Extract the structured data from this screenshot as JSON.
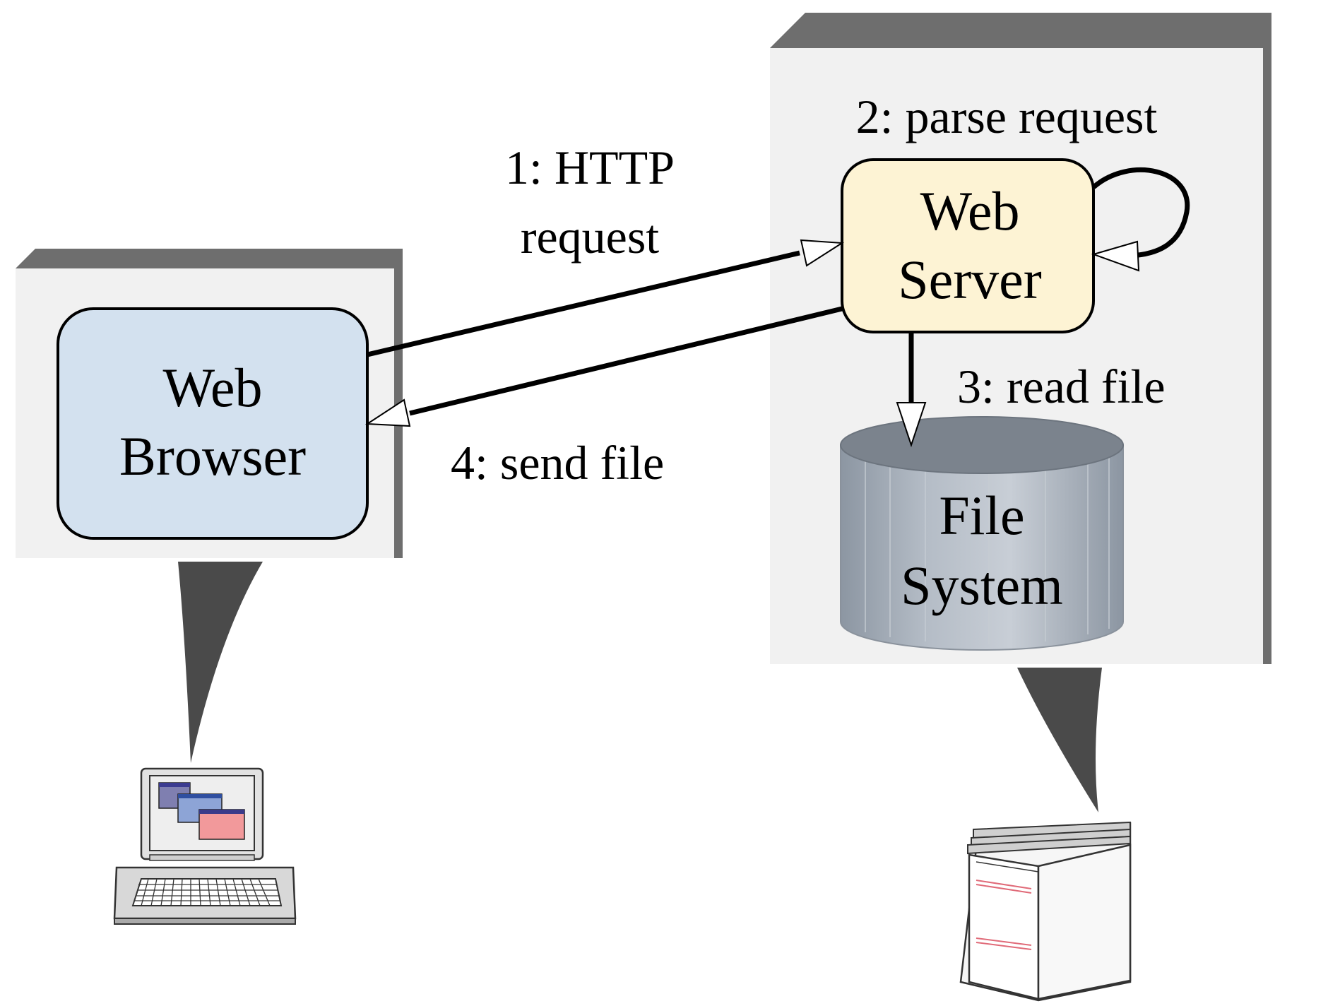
{
  "client": {
    "component_label_line1": "Web",
    "component_label_line2": "Browser",
    "component_color": "#d3e1ef"
  },
  "server": {
    "component_label_line1": "Web",
    "component_label_line2": "Server",
    "component_color": "#fdf3d4",
    "storage_label_line1": "File",
    "storage_label_line2": "System",
    "storage_color": "#a9b1bb"
  },
  "steps": {
    "step1_line1": "1: HTTP",
    "step1_line2": "request",
    "step2": "2: parse request",
    "step3": "3: read file",
    "step4": "4: send file"
  },
  "icons": {
    "client": "desktop-computer-icon",
    "server": "server-tower-icon"
  }
}
